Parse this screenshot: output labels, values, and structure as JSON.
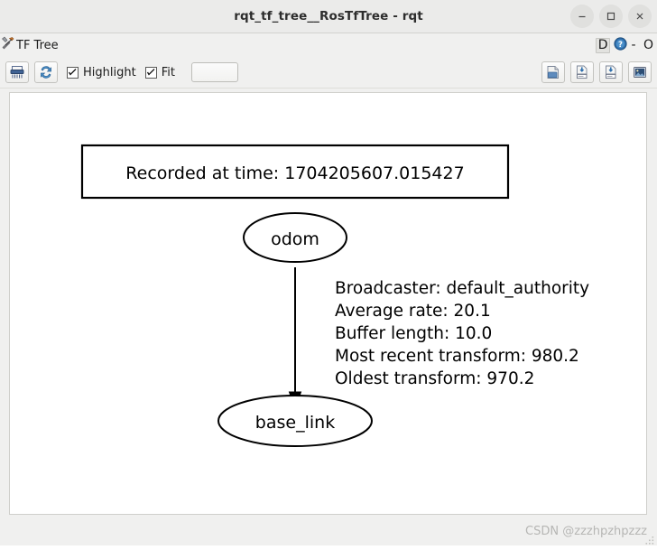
{
  "window": {
    "title": "rqt_tf_tree__RosTfTree - rqt",
    "controls": {
      "minimize": "minimize-button",
      "maximize": "maximize-button",
      "close": "close-button"
    }
  },
  "plugin_header": {
    "icon": "tools-icon",
    "title": "TF Tree",
    "dock_letter": "D",
    "help_icon": "help-question-icon",
    "trailing_text": "- O"
  },
  "toolbar": {
    "left_buttons": [
      {
        "name": "shredder-icon",
        "tooltip": "Clear"
      },
      {
        "name": "refresh-icon",
        "tooltip": "Refresh"
      }
    ],
    "checkboxes": [
      {
        "name": "highlight-checkbox",
        "label": "Highlight",
        "checked": true
      },
      {
        "name": "fit-checkbox",
        "label": "Fit",
        "checked": true
      }
    ],
    "text_input": {
      "value": "",
      "placeholder": ""
    },
    "right_buttons": [
      {
        "name": "open-file-icon",
        "tooltip": "Load"
      },
      {
        "name": "save-dot-icon",
        "tooltip": "Save as DOT"
      },
      {
        "name": "save-svg-icon",
        "tooltip": "Save as SVG"
      },
      {
        "name": "save-image-icon",
        "tooltip": "Save as image"
      }
    ]
  },
  "graph": {
    "title_box": {
      "text": "Recorded at time: 1704205607.015427"
    },
    "nodes": [
      {
        "id": "odom",
        "label": "odom"
      },
      {
        "id": "base_link",
        "label": "base_link"
      }
    ],
    "edges": [
      {
        "from": "odom",
        "to": "base_link",
        "label_lines": [
          "Broadcaster: default_authority",
          "Average rate: 20.1",
          "Buffer length: 10.0",
          "Most recent transform: 980.2",
          "Oldest transform: 970.2"
        ]
      }
    ]
  },
  "watermark": {
    "text": "CSDN @zzzhpzhpzzz"
  },
  "colors": {
    "window_bg": "#f0f0ef",
    "titlebar_bg": "#ebebea",
    "canvas_bg": "#ffffff",
    "graph_stroke": "#000000",
    "watermark": "#b6b6b4"
  }
}
